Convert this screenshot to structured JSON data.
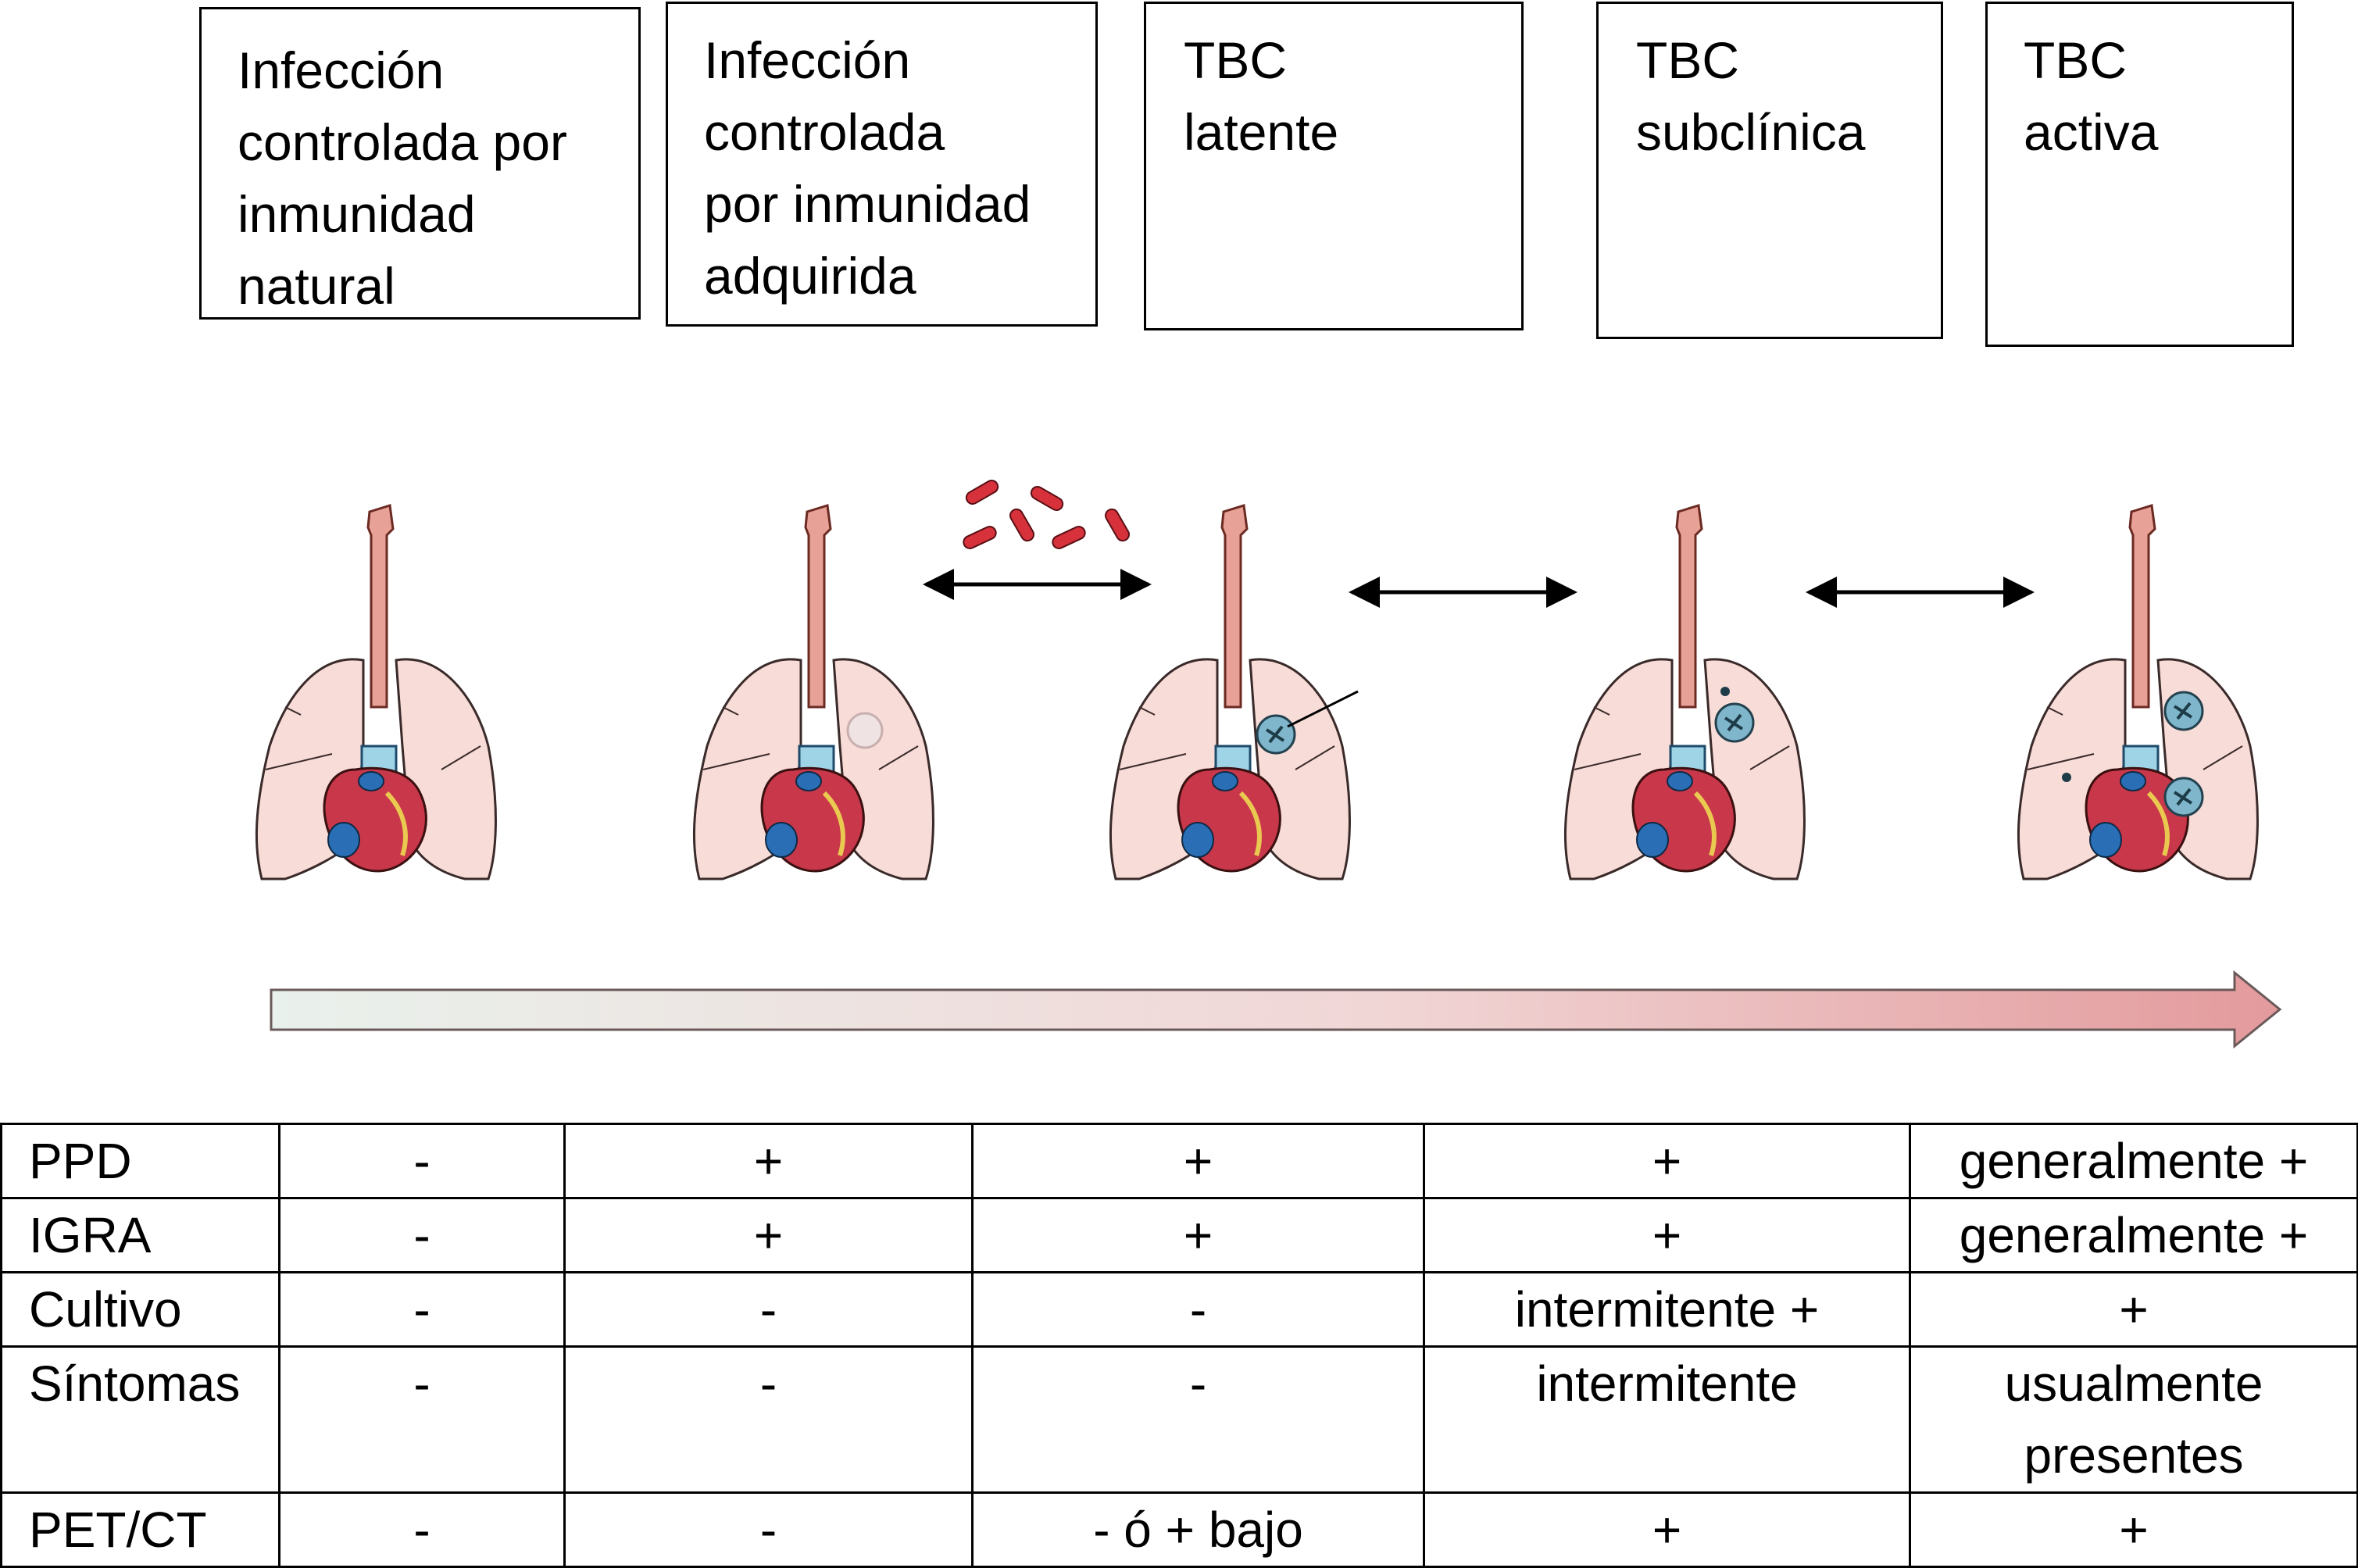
{
  "stages": [
    {
      "title": "Infección\ncontrolada por\ninmunidad\nnatural"
    },
    {
      "title": "Infección\ncontrolada\npor inmunidad\nadquirida"
    },
    {
      "title": "TBC\nlatente"
    },
    {
      "title": "TBC\nsubclínica"
    },
    {
      "title": "TBC\nactiva"
    }
  ],
  "table": {
    "rows": [
      {
        "label": "PPD",
        "values": [
          "-",
          "+",
          "+",
          "+",
          "generalmente +"
        ]
      },
      {
        "label": "IGRA",
        "values": [
          "-",
          "+",
          "+",
          "+",
          "generalmente +"
        ]
      },
      {
        "label": "Cultivo",
        "values": [
          "-",
          "-",
          "-",
          "intermitente +",
          "+"
        ]
      },
      {
        "label": "Síntomas",
        "values": [
          "-",
          "-",
          "-",
          "intermitente",
          "usualmente\npresentes"
        ]
      },
      {
        "label": "PET/CT",
        "values": [
          "-",
          "-",
          "- ó + bajo",
          "+",
          "+"
        ]
      }
    ]
  },
  "colors": {
    "lung_fill": "#f7dcd7",
    "trachea": "#e7a196",
    "bacilli": "#d7323c",
    "heart_red": "#c8374a",
    "heart_blue": "#2a6fb5",
    "granuloma": "#7fb6cc",
    "progression_start": "#e9f1ec",
    "progression_end": "#e39a9c"
  },
  "icons": [
    "lungs-icon",
    "bacilli-icon",
    "double-arrow-icon",
    "granuloma-icon",
    "progression-arrow-icon"
  ]
}
